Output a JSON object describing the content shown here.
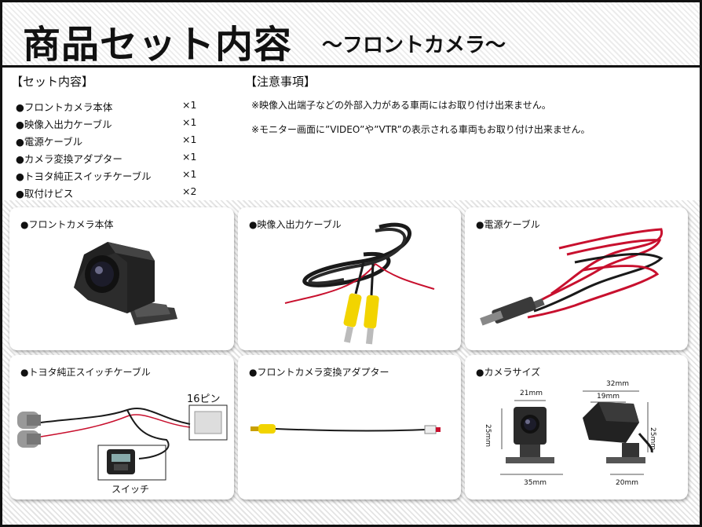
{
  "title": {
    "main": "商品セット内容",
    "sub": "〜フロントカメラ〜"
  },
  "set_contents": {
    "heading": "【セット内容】",
    "items": [
      {
        "label": "●フロントカメラ本体",
        "qty": "×1"
      },
      {
        "label": "●映像入出力ケーブル",
        "qty": "×1"
      },
      {
        "label": "●電源ケーブル",
        "qty": "×1"
      },
      {
        "label": "●カメラ変換アダプター",
        "qty": "×1"
      },
      {
        "label": "●トヨタ純正スイッチケーブル",
        "qty": "×1"
      },
      {
        "label": "●取付けビス",
        "qty": "×2"
      }
    ]
  },
  "notes": {
    "heading": "【注意事項】",
    "lines": [
      "※映像入出端子などの外部入力がある車両にはお取り付け出来ません。",
      "※モニター画面に”VIDEO”や”VTR”の表示される車両もお取り付け出来ません。"
    ]
  },
  "cards": {
    "camera": {
      "label": "●フロントカメラ本体"
    },
    "video_cable": {
      "label": "●映像入出力ケーブル"
    },
    "power_cable": {
      "label": "●電源ケーブル"
    },
    "switch_cable": {
      "label": "●トヨタ純正スイッチケーブル",
      "pin_label": "16ピン",
      "switch_label": "スイッチ"
    },
    "adapter": {
      "label": "●フロントカメラ変換アダプター"
    },
    "size": {
      "label": "●カメラサイズ",
      "front_width": "21mm",
      "front_height": "25mm",
      "base_width": "35mm",
      "side_width": "32mm",
      "side_inner": "19mm",
      "side_height": "25mm",
      "side_base": "20mm"
    }
  },
  "colors": {
    "cable_red": "#c8102e",
    "cable_black": "#1a1a1a",
    "rca_yellow": "#f2d400",
    "camera_body": "#2a2a2a"
  }
}
